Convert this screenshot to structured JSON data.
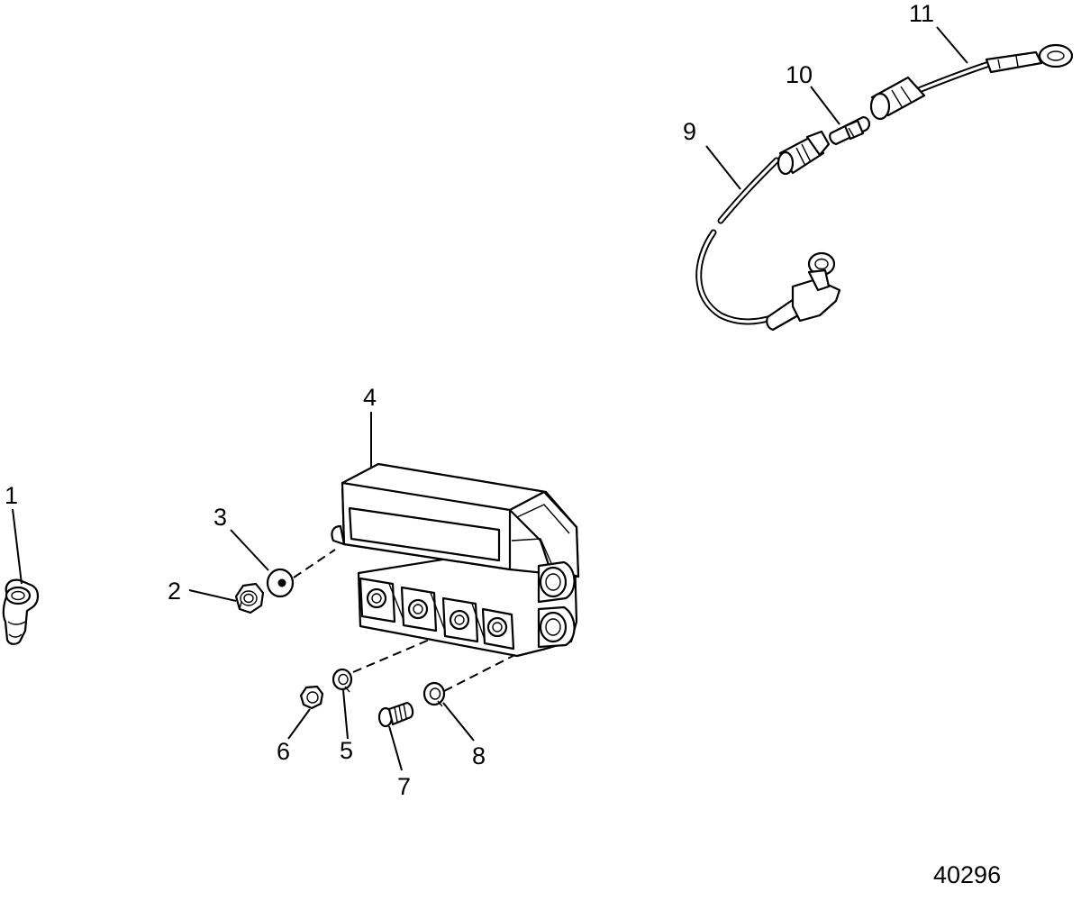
{
  "callouts": {
    "c1": "1",
    "c2": "2",
    "c3": "3",
    "c4": "4",
    "c5": "5",
    "c6": "6",
    "c7": "7",
    "c8": "8",
    "c9": "9",
    "c10": "10",
    "c11": "11"
  },
  "drawing_number": "40296"
}
